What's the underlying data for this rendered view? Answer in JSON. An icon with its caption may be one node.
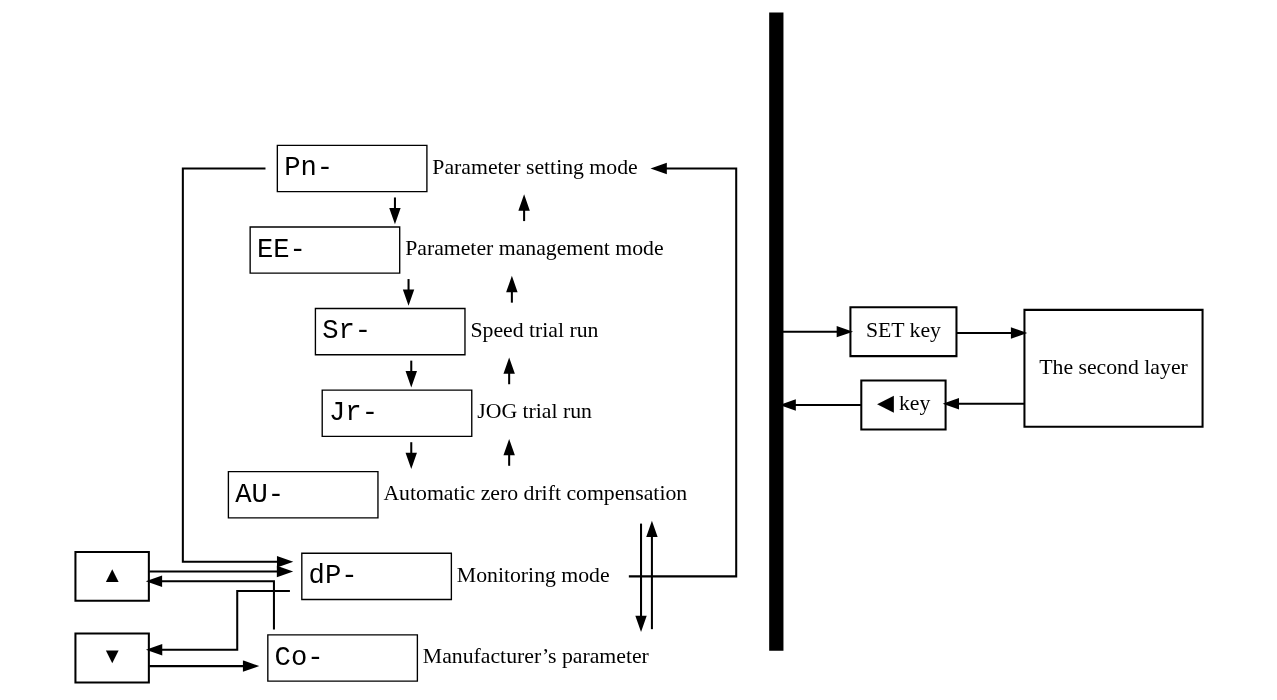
{
  "diagram": {
    "nodes": [
      {
        "text": [
          "dP-"
        ],
        "beside": [
          "Monitoring mode"
        ]
      },
      {
        "text": [
          "Pn-"
        ],
        "beside": [
          "Parameter setting mode"
        ]
      },
      {
        "text": [
          "EE-"
        ],
        "beside": [
          "Parameter management mode"
        ]
      },
      {
        "text": [
          "Sr-"
        ],
        "beside": [
          "Speed trial run"
        ]
      },
      {
        "text": [
          "Jr-"
        ],
        "beside": [
          "JOG trial run"
        ]
      },
      {
        "text": [
          "AU-"
        ],
        "beside": [
          "Automatic zero drift compensation"
        ]
      },
      {
        "text": [
          "Co-"
        ],
        "beside": [
          "Manufacturer’s parameter"
        ]
      },
      {
        "text": [
          "▼"
        ]
      },
      {
        "text": [
          "▲"
        ]
      },
      {
        "text": [],
        "shape": "bracket"
      },
      {
        "text": [
          "SET key"
        ]
      },
      {
        "text": [
          "The second layer"
        ]
      },
      {
        "text": [
          "◀ key"
        ]
      }
    ],
    "edges": [
      {
        "from": 0,
        "to": 1,
        "arrow": "to"
      },
      {
        "from": 1,
        "to": 2,
        "arrow": "to"
      },
      {
        "from": 2,
        "to": 3,
        "arrow": "to"
      },
      {
        "from": 3,
        "to": 4,
        "arrow": "to"
      },
      {
        "from": 4,
        "to": 5,
        "arrow": "to"
      },
      {
        "from": 5,
        "to": 6,
        "arrow": "to"
      },
      {
        "from": 6,
        "to": 5,
        "arrow": "to"
      },
      {
        "from": 5,
        "to": 4,
        "arrow": "to"
      },
      {
        "from": 4,
        "to": 3,
        "arrow": "to"
      },
      {
        "from": 3,
        "to": 2,
        "arrow": "to"
      },
      {
        "from": 2,
        "to": 1,
        "arrow": "to"
      },
      {
        "from": 1,
        "to": 0,
        "arrow": "to"
      },
      {
        "from": 0,
        "to": 7,
        "arrow": "to"
      },
      {
        "from": 7,
        "to": 6,
        "arrow": "to"
      },
      {
        "from": 6,
        "to": 8,
        "arrow": "to"
      },
      {
        "from": 8,
        "to": 0,
        "arrow": "to"
      },
      {
        "from": 9,
        "to": 10,
        "arrow": "to"
      },
      {
        "from": 10,
        "to": 11,
        "arrow": "to"
      },
      {
        "from": 11,
        "to": 12,
        "arrow": "to"
      },
      {
        "from": 12,
        "to": 9,
        "arrow": "to"
      }
    ]
  }
}
